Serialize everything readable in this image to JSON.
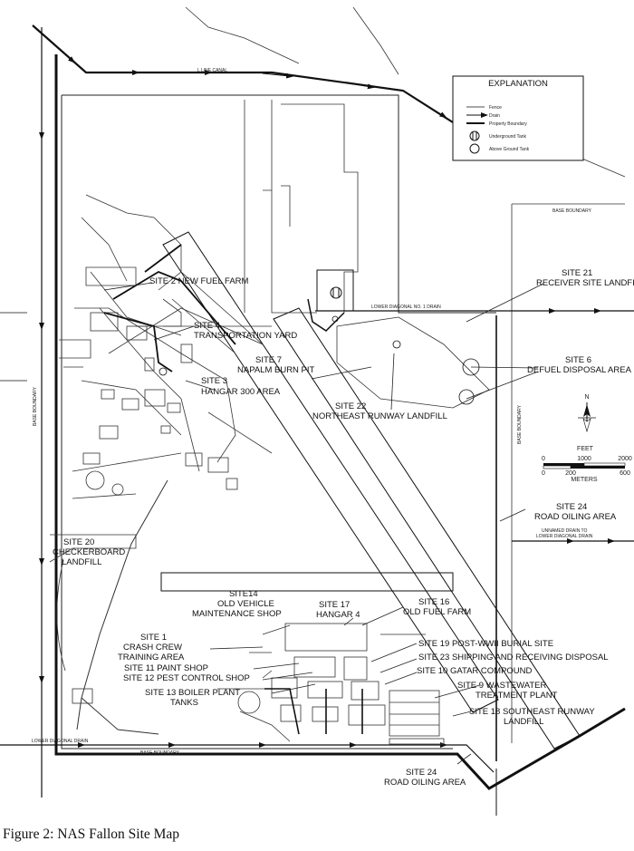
{
  "caption": "Figure 2: NAS Fallon Site Map",
  "legend": {
    "title": "EXPLANATION",
    "items": [
      "Fence",
      "Drain",
      "Property Boundary",
      "Underground Tank",
      "Above Ground Tank"
    ]
  },
  "canal_label": "L LINE CANAL",
  "base_boundary_label": "BASE BOUNDARY",
  "drain_labels": {
    "lower_diagonal_1": "LOWER DIAGONAL NO. 1 DRAIN",
    "unnamed": [
      "UNNAMED DRAIN TO",
      "LOWER DIAGONAL DRAIN"
    ],
    "lower_diagonal": "LOWER DIAGONAL DRAIN"
  },
  "sites": {
    "s2": "SITE 2 NEW FUEL FARM",
    "s4": [
      "SITE 4",
      "TRANSPORTATION YARD"
    ],
    "s7": [
      "SITE 7",
      "NAPALM BURN PIT"
    ],
    "s3": [
      "SITE 3",
      "HANGAR 300 AREA"
    ],
    "s22": [
      "SITE 22",
      "NORTHEAST RUNWAY LANDFILL"
    ],
    "s21": [
      "SITE 21",
      "RECEIVER SITE LANDFILL"
    ],
    "s6": [
      "SITE 6",
      "DEFUEL DISPOSAL AREA"
    ],
    "s24a": [
      "SITE 24",
      "ROAD OILING AREA"
    ],
    "s20": [
      "SITE 20",
      "CHECKERBOARD",
      "LANDFILL"
    ],
    "s14": [
      "SITE14",
      "OLD VEHICLE",
      "MAINTENANCE SHOP"
    ],
    "s17": [
      "SITE 17",
      "HANGAR 4"
    ],
    "s16": [
      "SITE 16",
      "OLD FUEL FARM"
    ],
    "s1": [
      "SITE 1",
      "CRASH CREW",
      "TRAINING AREA"
    ],
    "s11": "SITE 11 PAINT SHOP",
    "s12": "SITE 12 PEST CONTROL SHOP",
    "s13": [
      "SITE 13 BOILER PLANT",
      "TANKS"
    ],
    "s19": "SITE 19 POST-WWII BURIAL SITE",
    "s23": "SITE 23 SHIPPING AND RECEIVING DISPOSAL",
    "s10": "SITE 10 GATAR COMPOUND",
    "s9": [
      "SITE 9 WASTEWATER",
      "TREATMENT PLANT"
    ],
    "s18": [
      "SITE 18 SOUTHEAST RUNWAY",
      "LANDFILL"
    ],
    "s24b": [
      "SITE 24",
      "ROAD OILING AREA"
    ]
  },
  "scale": {
    "north": "N",
    "feet": "FEET",
    "feet_ticks": [
      "0",
      "1000",
      "2000"
    ],
    "meters": "METERS",
    "meter_ticks": [
      "0",
      "200",
      "600"
    ]
  }
}
